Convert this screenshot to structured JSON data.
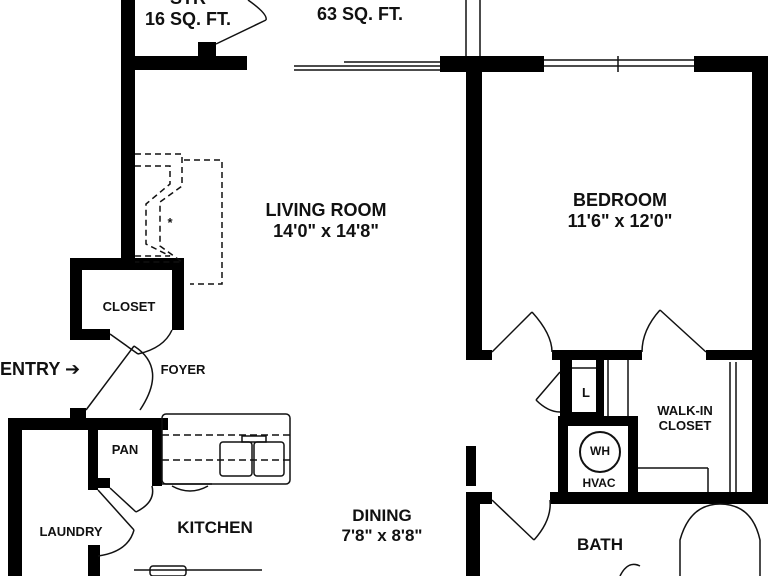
{
  "rooms": {
    "storage": {
      "name": "STR",
      "size": "16 SQ. FT."
    },
    "balcony": {
      "size": "63 SQ. FT."
    },
    "living_room": {
      "name": "LIVING ROOM",
      "dims": "14'0\" x 14'8\""
    },
    "bedroom": {
      "name": "BEDROOM",
      "dims": "11'6\" x 12'0\""
    },
    "closet": {
      "name": "CLOSET"
    },
    "entry": {
      "name": "ENTRY",
      "arrow": "➔"
    },
    "foyer": {
      "name": "FOYER"
    },
    "linen": {
      "name": "L"
    },
    "walk_in_closet": {
      "line1": "WALK-IN",
      "line2": "CLOSET"
    },
    "water_heater": {
      "name": "WH"
    },
    "hvac": {
      "name": "HVAC"
    },
    "pantry": {
      "name": "PAN"
    },
    "laundry": {
      "name": "LAUNDRY"
    },
    "kitchen": {
      "name": "KITCHEN"
    },
    "dining": {
      "name": "DINING",
      "dims": "7'8\" x 8'8\""
    },
    "bath": {
      "name": "BATH"
    }
  },
  "fireplace": {
    "symbol": "*"
  },
  "colors": {
    "wall": "#000000",
    "background": "#ffffff",
    "line": "#111111"
  }
}
